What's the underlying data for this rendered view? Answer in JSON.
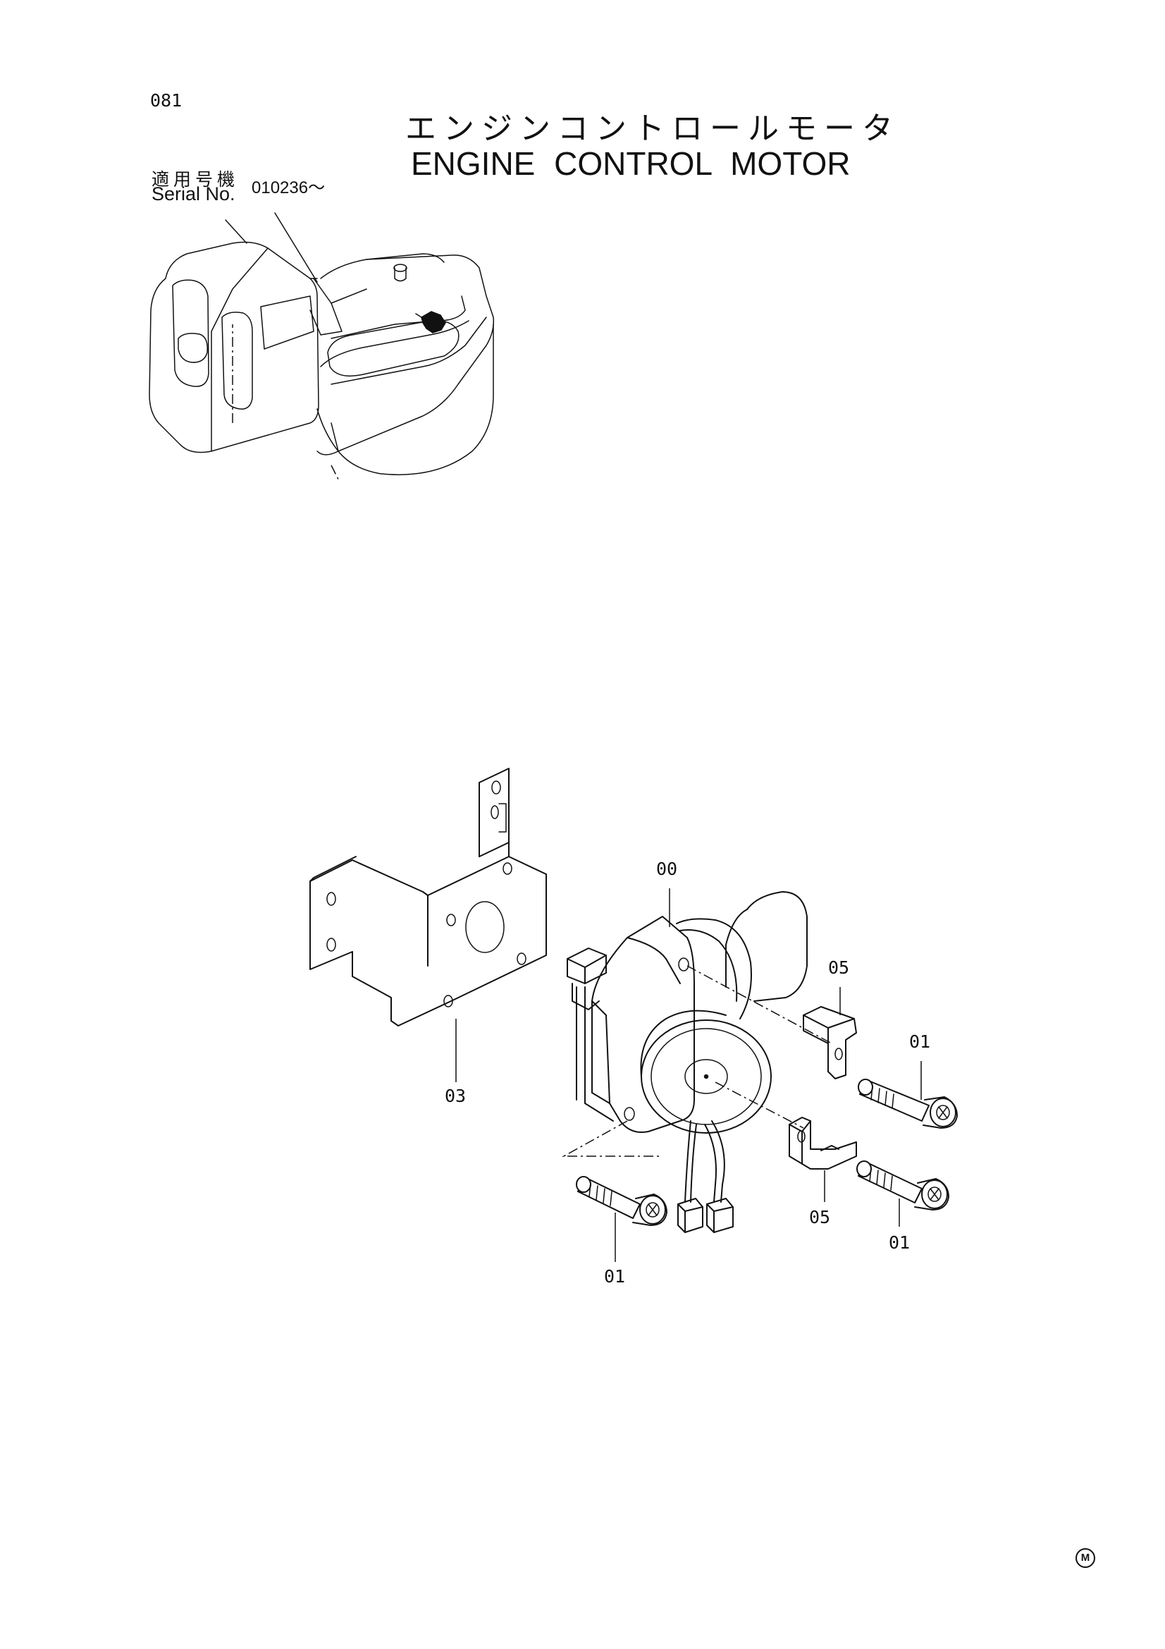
{
  "page": {
    "number": "081",
    "title_jp": "エンジンコントロールモータ",
    "title_en": "ENGINE CONTROL MOTOR"
  },
  "serial": {
    "label_jp": "適用号機",
    "label_en": "Serial No.",
    "value": "010236～"
  },
  "callouts": {
    "motor": "00",
    "bolt_upper_right": "01",
    "bolt_lower_right": "01",
    "bolt_lower_left": "01",
    "bracket": "03",
    "plate_upper": "05",
    "plate_lower": "05"
  },
  "mark": "M"
}
